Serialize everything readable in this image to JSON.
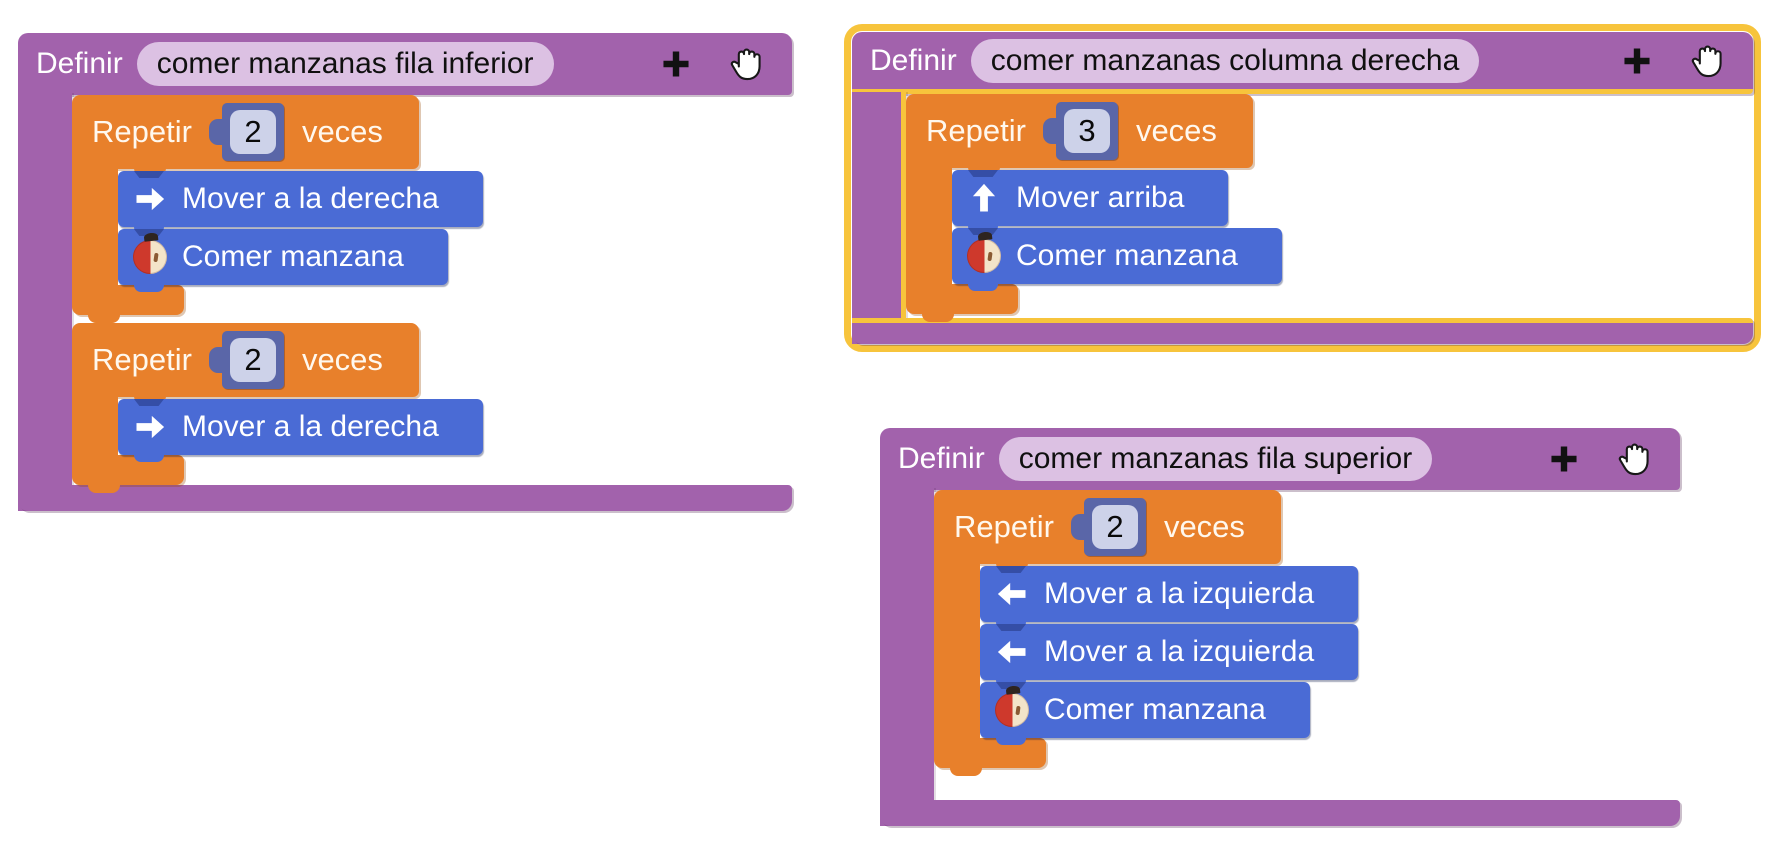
{
  "workspace": {
    "kind": "blockly-visual-programming",
    "background": "#ffffff",
    "colors": {
      "function_purple": "#A262AC",
      "name_pill_light": "#DCC1E3",
      "repeat_orange": "#E8802B",
      "statement_blue": "#4A6BD5",
      "number_slate": "#5A66A8",
      "number_field": "#CDD2E9",
      "highlight_yellow": "#F7C43C",
      "text_light": "#FFFFFF",
      "text_dark": "#101010"
    },
    "icons": {
      "add": "plus-icon",
      "drag": "hand-grab-icon",
      "right": "arrow-right-icon",
      "left": "arrow-left-icon",
      "up": "arrow-up-icon",
      "eat": "apple-icon"
    }
  },
  "blocks": [
    {
      "type": "function_definition",
      "def_label": "Definir",
      "name": "comer manzanas fila inferior",
      "highlighted": false,
      "repeats": [
        {
          "label_before": "Repetir",
          "count": "2",
          "label_after": "veces",
          "statements": [
            {
              "icon": "arrow-right-icon",
              "label": "Mover a la derecha"
            },
            {
              "icon": "apple-icon",
              "label": "Comer manzana"
            }
          ]
        },
        {
          "label_before": "Repetir",
          "count": "2",
          "label_after": "veces",
          "statements": [
            {
              "icon": "arrow-right-icon",
              "label": "Mover a la derecha"
            }
          ]
        }
      ]
    },
    {
      "type": "function_definition",
      "def_label": "Definir",
      "name": "comer manzanas columna derecha",
      "highlighted": true,
      "repeats": [
        {
          "label_before": "Repetir",
          "count": "3",
          "label_after": "veces",
          "statements": [
            {
              "icon": "arrow-up-icon",
              "label": "Mover arriba"
            },
            {
              "icon": "apple-icon",
              "label": "Comer manzana"
            }
          ]
        }
      ]
    },
    {
      "type": "function_definition",
      "def_label": "Definir",
      "name": "comer manzanas fila superior",
      "highlighted": false,
      "repeats": [
        {
          "label_before": "Repetir",
          "count": "2",
          "label_after": "veces",
          "statements": [
            {
              "icon": "arrow-left-icon",
              "label": "Mover a la izquierda"
            },
            {
              "icon": "arrow-left-icon",
              "label": "Mover a la izquierda"
            },
            {
              "icon": "apple-icon",
              "label": "Comer manzana"
            }
          ]
        }
      ]
    }
  ]
}
